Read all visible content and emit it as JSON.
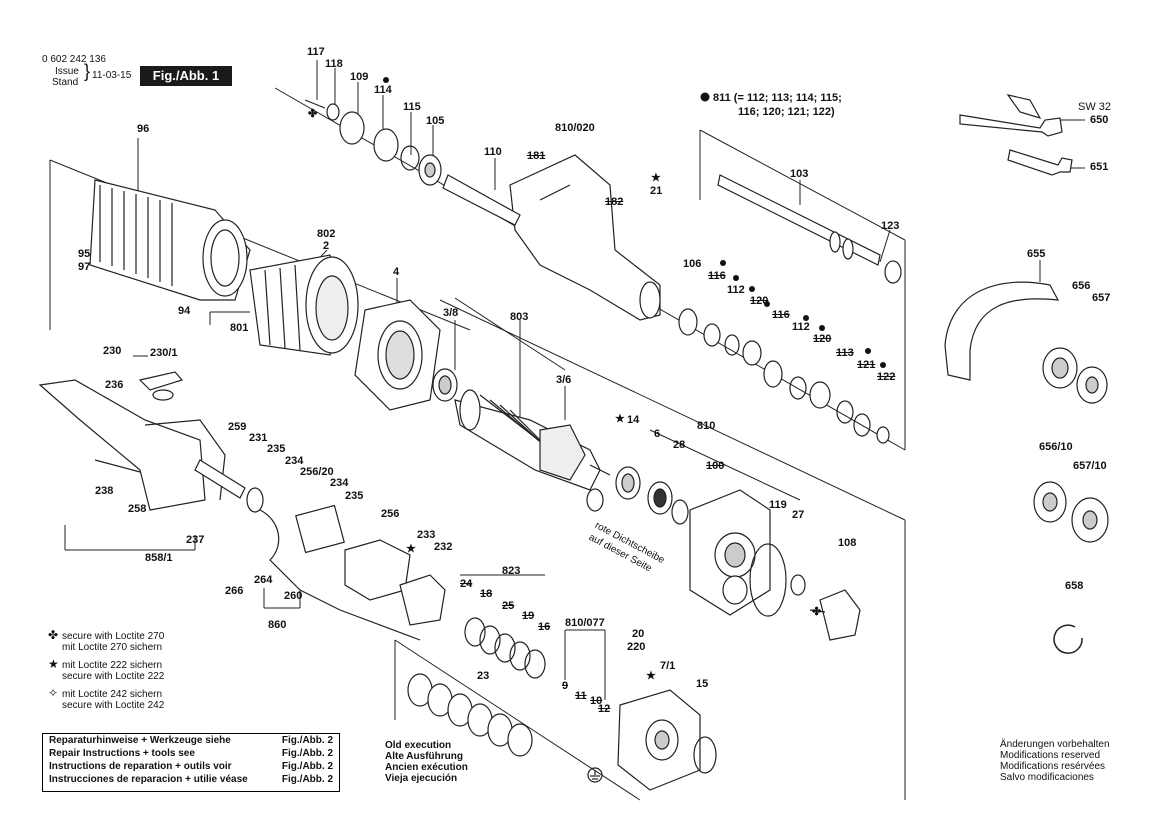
{
  "header": {
    "doc_number": "0 602 242 136",
    "issue_label": "Issue",
    "stand_label": "Stand",
    "issue_date": "11-03-15",
    "figure": "Fig./Abb. 1"
  },
  "kit_note": {
    "line1": "811 (= 112; 113; 114; 115;",
    "line2": "116; 120; 121; 122)"
  },
  "labels": {
    "p117": "117",
    "p118": "118",
    "p109": "109",
    "p114": "114",
    "p115": "115",
    "p105": "105",
    "p110": "110",
    "p810_020": "810/020",
    "p181": "181",
    "p182": "182",
    "p21": "21",
    "p103": "103",
    "p123": "123",
    "p96": "96",
    "p802": "802",
    "p2": "2",
    "p95": "95",
    "p97": "97",
    "p94": "94",
    "p801": "801",
    "p4": "4",
    "p3_8": "3/8",
    "p803": "803",
    "p3_6": "3/6",
    "p106": "106",
    "p116a": "116",
    "p112a": "112",
    "p120a": "120",
    "p116b": "116",
    "p112b": "112",
    "p120b": "120",
    "p113": "113",
    "p121": "121",
    "p122": "122",
    "p655": "655",
    "p656": "656",
    "p657": "657",
    "p650": "650",
    "p651": "651",
    "sw32": "SW 32",
    "p230": "230",
    "p230_1": "230/1",
    "p236": "236",
    "p238": "238",
    "p258": "258",
    "p237": "237",
    "p858_1": "858/1",
    "p259": "259",
    "p231": "231",
    "p235a": "235",
    "p234a": "234",
    "p256_20": "256/20",
    "p234b": "234",
    "p235b": "235",
    "p256": "256",
    "p233": "233",
    "p232": "232",
    "p266": "266",
    "p264": "264",
    "p260": "260",
    "p860": "860",
    "p14": "14",
    "p6": "6",
    "p28": "28",
    "p810": "810",
    "p100": "100",
    "p119": "119",
    "p27": "27",
    "p108": "108",
    "p823": "823",
    "p24": "24",
    "p18": "18",
    "p25": "25",
    "p19": "19",
    "p16": "16",
    "p23": "23",
    "p810_077": "810/077",
    "p9": "9",
    "p11": "11",
    "p10": "10",
    "p12": "12",
    "p20": "20",
    "p220": "220",
    "p7_1": "7/1",
    "p15": "15",
    "p656_10": "656/10",
    "p657_10": "657/10",
    "p658": "658"
  },
  "seal_note": {
    "line1": "rote Dichtscheibe",
    "line2": "auf dieser Seite"
  },
  "legend": [
    {
      "icon": "loctite-270-icon",
      "symbol": "✤",
      "line1": "secure with Loctite 270",
      "line2": "mit Loctite 270 sichern"
    },
    {
      "icon": "loctite-222-icon",
      "symbol": "★",
      "line1": "mit Loctite 222 sichern",
      "line2": "secure with Loctite 222"
    },
    {
      "icon": "loctite-242-icon",
      "symbol": "✧",
      "line1": "mit Loctite 242 sichern",
      "line2": "secure with Loctite 242"
    }
  ],
  "repair_table": [
    {
      "text": "Reparaturhinweise + Werkzeuge siehe",
      "ref": "Fig./Abb. 2"
    },
    {
      "text": "Repair Instructions + tools see",
      "ref": "Fig./Abb. 2"
    },
    {
      "text": "Instructions de reparation + outils voir",
      "ref": "Fig./Abb. 2"
    },
    {
      "text": "Instrucciones de reparacion + utilie véase",
      "ref": "Fig./Abb. 2"
    }
  ],
  "old_execution": [
    "Old execution",
    "Alte Ausführung",
    "Ancien exécution",
    "Vieja ejecución"
  ],
  "changes_note": [
    "Änderungen vorbehalten",
    "Modifications reserved",
    "Modifications resérvées",
    "Salvo modificaciones"
  ]
}
